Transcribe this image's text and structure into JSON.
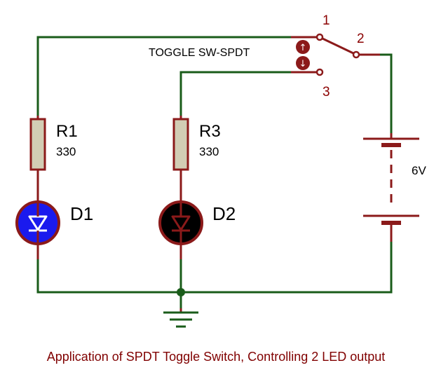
{
  "colors": {
    "wire": "#1a5c1a",
    "lead": "#8b1a1a",
    "resistor_fill": "#d2cdb4",
    "led_d1_fill": "#1a1aee",
    "led_d2_fill": "#000000",
    "led_rim": "#8b1a1a",
    "pin_label": "#8b0000",
    "caption": "#800000"
  },
  "switch": {
    "label": "TOGGLE SW-SPDT",
    "pin1": "1",
    "pin2": "2",
    "pin3": "3",
    "arrow_up_icon": "↑",
    "arrow_down_icon": "↓"
  },
  "resistors": [
    {
      "ref": "R1",
      "value": "330"
    },
    {
      "ref": "R3",
      "value": "330"
    }
  ],
  "leds": [
    {
      "ref": "D1",
      "state": "on"
    },
    {
      "ref": "D2",
      "state": "off"
    }
  ],
  "battery": {
    "value": "6V"
  },
  "caption": "Application of SPDT Toggle Switch, Controlling 2 LED output"
}
